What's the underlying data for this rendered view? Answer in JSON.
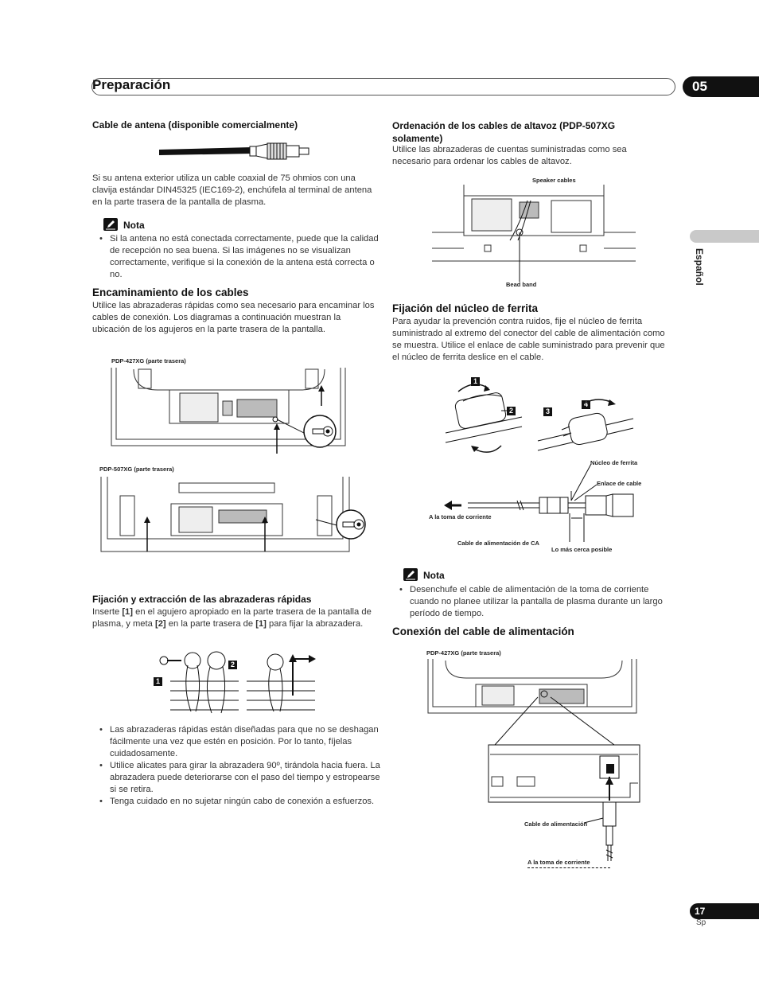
{
  "header": {
    "title": "Preparación",
    "chapter": "05"
  },
  "side_tab": {
    "language": "Español"
  },
  "left": {
    "antenna": {
      "heading": "Cable de antena (disponible comercialmente)",
      "body": "Si su antena exterior utiliza un cable coaxial de 75 ohmios con una clavija estándar DIN45325 (IEC169-2), enchúfela al terminal de antena en la parte trasera de la pantalla de plasma."
    },
    "note1": {
      "label": "Nota",
      "items": [
        "Si la antena no está conectada correctamente, puede que la calidad de recepción no sea buena. Si las imágenes no se visualizan correctamente, verifique si la conexión de la antena está correcta o no."
      ]
    },
    "routing": {
      "heading": "Encaminamiento de los cables",
      "body": "Utilice las abrazaderas rápidas como sea necesario para encaminar los cables de conexión. Los diagramas a continuación muestran la ubicación de los agujeros en la parte trasera de la pantalla.",
      "caption_427": "PDP-427XG (parte trasera)",
      "caption_507": "PDP-507XG (parte trasera)"
    },
    "clamps": {
      "heading": "Fijación y extracción de las abrazaderas rápidas",
      "body_1": "Inserte ",
      "ref_1": "[1]",
      "body_2": " en el agujero apropiado en la parte trasera de la pantalla de plasma, y meta ",
      "ref_2": "[2]",
      "body_3": " en la parte trasera de ",
      "ref_3": "[1]",
      "body_4": " para fijar la abrazadera.",
      "marker_1": "1",
      "marker_2": "2",
      "bullets": [
        "Las abrazaderas rápidas están diseñadas para que no se deshagan fácilmente una vez que estén en posición. Por lo tanto, fíjelas cuidadosamente.",
        "Utilice alicates para girar la abrazadera 90º, tirándola hacia fuera. La abrazadera puede deteriorarse con el paso del tiempo y estropearse si se retira.",
        "Tenga cuidado en no sujetar ningún cabo de conexión a esfuerzos."
      ]
    }
  },
  "right": {
    "speaker": {
      "heading": "Ordenación de los cables de altavoz (PDP-507XG solamente)",
      "body": "Utilice las abrazaderas de cuentas suministradas como sea necesario para ordenar los cables de altavoz.",
      "cap_speaker": "Speaker cables",
      "cap_bead": "Bead band"
    },
    "ferrite": {
      "heading": "Fijación del núcleo de ferrita",
      "body": "Para ayudar la prevención contra ruidos, fije el núcleo de ferrita suministrado al extremo del conector del cable de alimentación como se muestra. Utilice el enlace de cable suministrado para prevenir que el núcleo de ferrita deslice en el cable.",
      "step_1": "1",
      "step_2": "2",
      "step_3": "3",
      "step_4": "4",
      "cap_core": "Núcleo de ferrita",
      "cap_link": "Enlace de cable",
      "cap_outlet": "A la toma de corriente",
      "cap_cable": "Cable de alimentación de CA",
      "cap_close": "Lo más cerca posible"
    },
    "note2": {
      "label": "Nota",
      "items": [
        "Desenchufe el cable de alimentación de la toma de corriente cuando no planee utilizar la pantalla de plasma durante un largo período de tiempo."
      ]
    },
    "power": {
      "heading": "Conexión del cable de alimentación",
      "caption": "PDP-427XG (parte trasera)",
      "cap_cable": "Cable de alimentación",
      "cap_outlet": "A la toma de corriente"
    }
  },
  "footer": {
    "page": "17",
    "lang_code": "Sp"
  }
}
